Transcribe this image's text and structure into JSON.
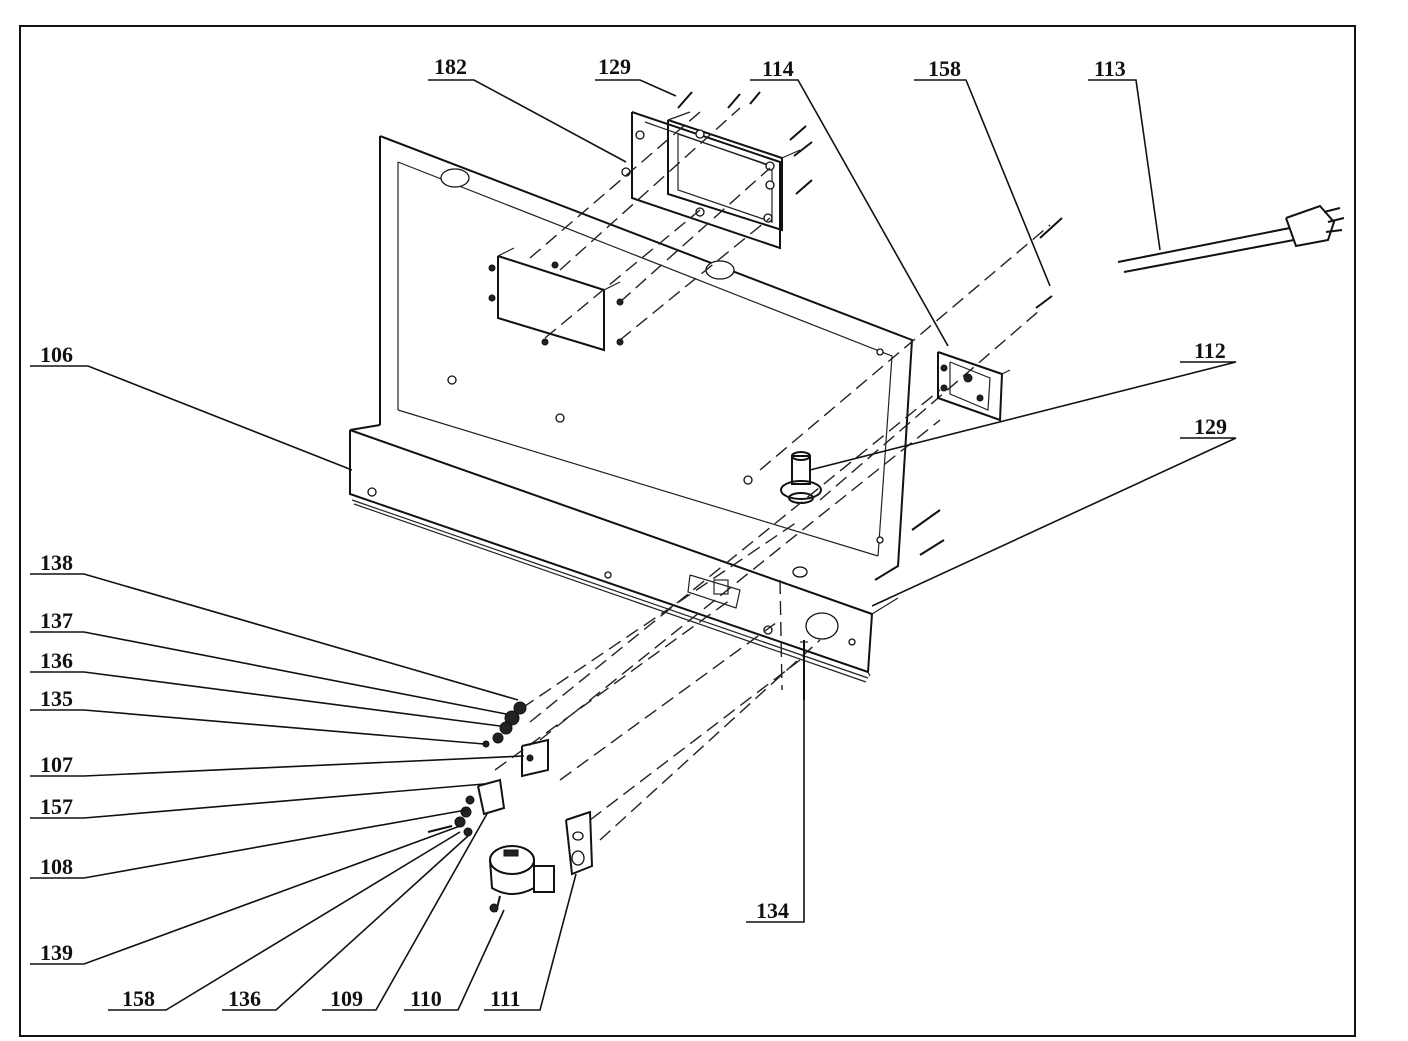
{
  "callouts": [
    {
      "id": "182",
      "text": "182"
    },
    {
      "id": "129a",
      "text": "129"
    },
    {
      "id": "114",
      "text": "114"
    },
    {
      "id": "158a",
      "text": "158"
    },
    {
      "id": "113",
      "text": "113"
    },
    {
      "id": "106",
      "text": "106"
    },
    {
      "id": "112",
      "text": "112"
    },
    {
      "id": "129b",
      "text": "129"
    },
    {
      "id": "138",
      "text": "138"
    },
    {
      "id": "137",
      "text": "137"
    },
    {
      "id": "136a",
      "text": "136"
    },
    {
      "id": "135",
      "text": "135"
    },
    {
      "id": "107",
      "text": "107"
    },
    {
      "id": "157",
      "text": "157"
    },
    {
      "id": "108",
      "text": "108"
    },
    {
      "id": "139",
      "text": "139"
    },
    {
      "id": "158b",
      "text": "158"
    },
    {
      "id": "136b",
      "text": "136"
    },
    {
      "id": "109",
      "text": "109"
    },
    {
      "id": "110",
      "text": "110"
    },
    {
      "id": "111",
      "text": "111"
    },
    {
      "id": "134",
      "text": "134"
    }
  ]
}
